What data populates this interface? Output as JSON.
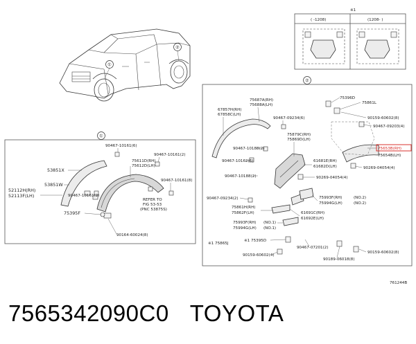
{
  "header_box": {
    "note_mark": "※1",
    "col_left": "(    -1208)",
    "col_right": "(1208-    )"
  },
  "callouts": {
    "section1": "①",
    "section2": "②"
  },
  "section1_labels": [
    "90467-10161(6)",
    "90467-10161(2)",
    "75611D(RH)",
    "75612D(LH)",
    "53851X",
    "53851W",
    "52112H(RH)",
    "52113F(LH)",
    "90467-10161(8)",
    "90467-10161(2)",
    "75395F",
    "REFER TO",
    "FIG 53-53",
    "(PNC 53875S)",
    "90164-60024(8)"
  ],
  "section2_labels": [
    "75687A(RH)",
    "75688A(LH)",
    "67857H(RH)",
    "67858C(LH)",
    "75396D",
    "75861L",
    "90159-60602(8)",
    "90467-09203(4)",
    "90467-09234(6)",
    "75879C(RH)",
    "75869D(LH)",
    "90467-10188(2)",
    "75653B(RH)",
    "75654B(LH)",
    "90467-10162(6)",
    "61681E(RH)",
    "61682D(LH)",
    "90269-04054(4)",
    "90467-10188(2)",
    "90269-04054(4)",
    "90467-09234(2)",
    "75993F(RH)",
    "75994G(LH)",
    "(NO.2)",
    "(NO.2)",
    "75861H(RH)",
    "75862F(LH)",
    "61691C(RH)",
    "61692E(LH)",
    "75993F(RH)",
    "75994G(LH)",
    "(NO.1)",
    "(NO.1)",
    "※1 75865J",
    "※1 75395D",
    "90467-07201(2)",
    "90159-60602(4)",
    "90189-06018(8)",
    "90159-60602(8)"
  ],
  "figure_code": "761244B",
  "caption": {
    "part_number": "7565342090C0",
    "brand": "TOYOTA"
  },
  "colors": {
    "highlight": "#d9302c",
    "ink": "#333333"
  }
}
